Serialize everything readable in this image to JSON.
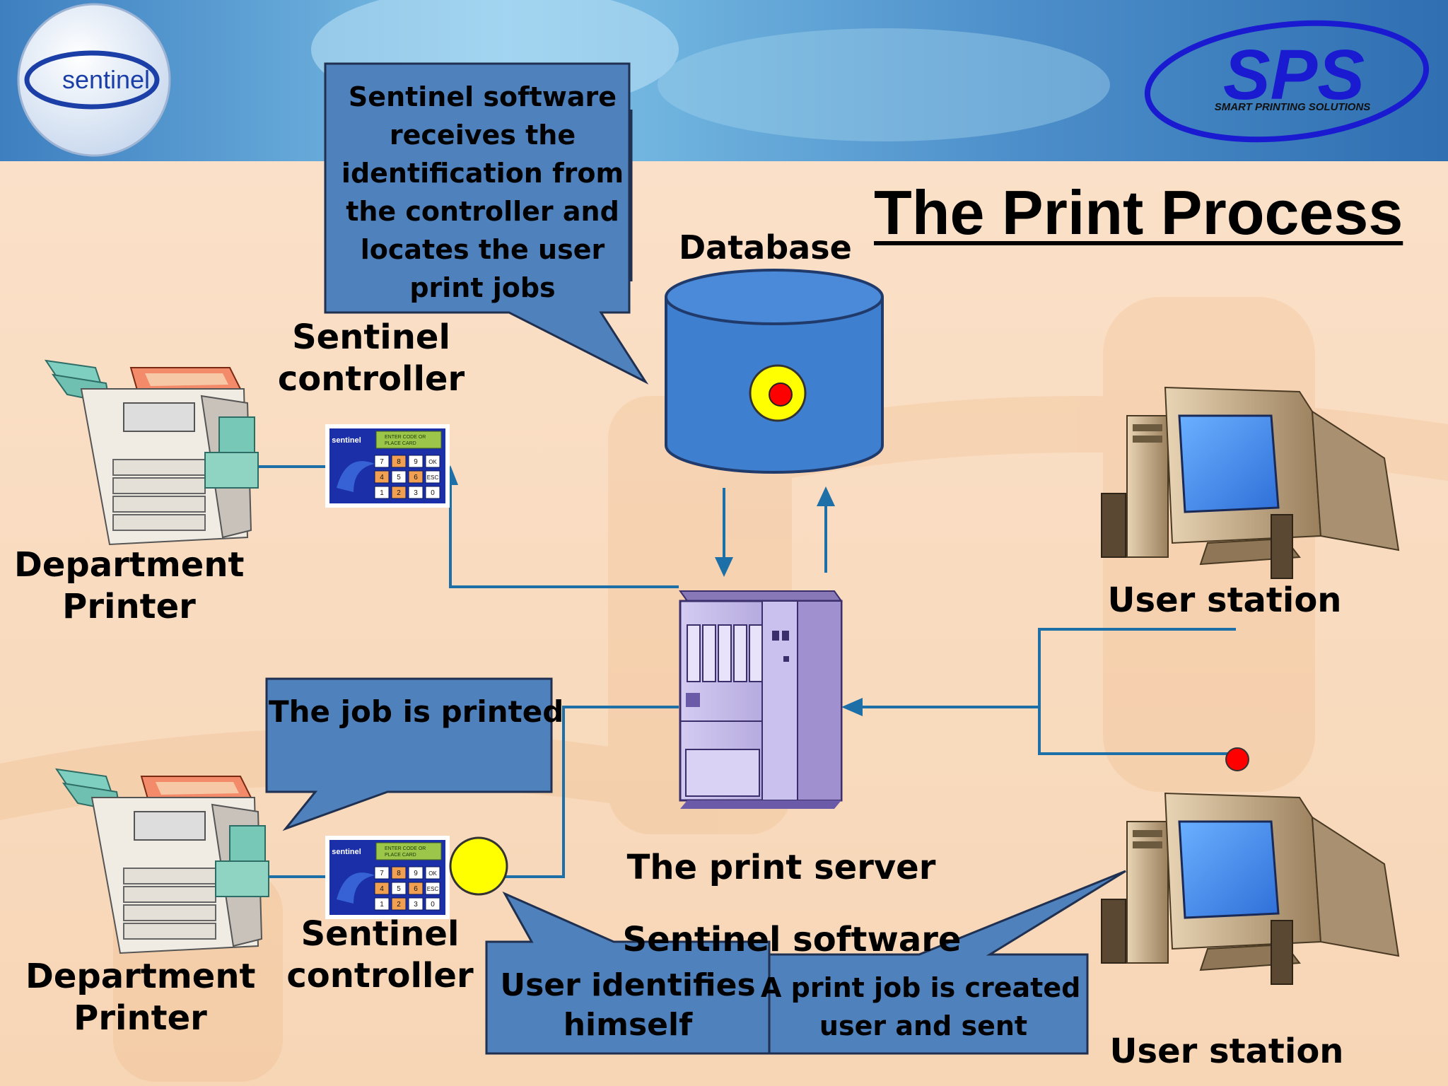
{
  "slide": {
    "title": "The Print Process",
    "logos": {
      "sentinel": "sentinel",
      "sps_main": "SPS",
      "sps_tagline": "SMART PRINTING SOLUTIONS"
    },
    "labels": {
      "database": "Database",
      "controller_top_l1": "Sentinel",
      "controller_top_l2": "controller",
      "controller_bottom_l1": "Sentinel",
      "controller_bottom_l2": "controller",
      "printer_top_l1": "Department",
      "printer_top_l2": "Printer",
      "printer_bottom_l1": "Department",
      "printer_bottom_l2": "Printer",
      "user_station_top": "User station",
      "user_station_bottom": "User station",
      "print_server": "The print server",
      "sentinel_software_partial": "Sentinel software"
    },
    "callouts": {
      "software_receives": [
        "Sentinel software",
        "receives the",
        "identification from",
        "the controller and",
        "locates the user",
        "print jobs"
      ],
      "job_printed": "The job is printed",
      "user_identifies": [
        "User identifies",
        "himself"
      ],
      "job_created": [
        "A print job is created by",
        "user and sent"
      ]
    },
    "keypad": {
      "brand": "sentinel",
      "display": [
        "ENTER CODE OR",
        "PLACE CARD"
      ],
      "rows": [
        [
          "7",
          "8",
          "9",
          "OK"
        ],
        [
          "4",
          "5",
          "6",
          "ESC"
        ],
        [
          "1",
          "2",
          "3",
          "0"
        ]
      ]
    },
    "colors": {
      "callout_fill": "#4f81bd",
      "db_fill": "#3f7fcf",
      "connector": "#1d6fa8",
      "server": "#b7a8e0",
      "marker_yellow": "#ffff00",
      "marker_red": "#ff0000"
    }
  }
}
